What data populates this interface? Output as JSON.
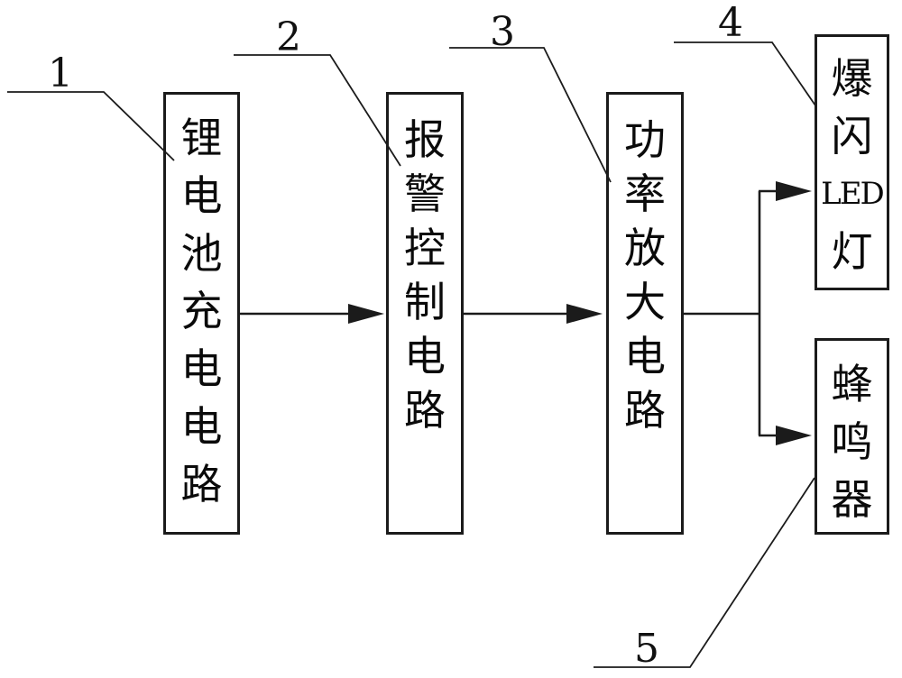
{
  "diagram": {
    "background_color": "#ffffff",
    "line_color": "#1b1b1b",
    "text_color": "#0a0a0a",
    "boxes": [
      {
        "callout": "1",
        "label": "锂电池充电电路",
        "lines": [
          "锂",
          "电",
          "池",
          "充",
          "电",
          "电",
          "路"
        ]
      },
      {
        "callout": "2",
        "label": "报警控制电路",
        "lines": [
          "报",
          "警",
          "控",
          "制",
          "电",
          "路"
        ]
      },
      {
        "callout": "3",
        "label": "功率放大电路",
        "lines": [
          "功",
          "率",
          "放",
          "大",
          "电",
          "路"
        ]
      },
      {
        "callout": "4",
        "label": "爆闪LED灯",
        "lines": [
          "爆",
          "闪",
          "LED",
          "灯"
        ]
      },
      {
        "callout": "5",
        "label": "蜂鸣器",
        "lines": [
          "蜂",
          "鸣",
          "器"
        ]
      }
    ],
    "connections": [
      {
        "from": "锂电池充电电路",
        "to": "报警控制电路",
        "type": "arrow"
      },
      {
        "from": "报警控制电路",
        "to": "功率放大电路",
        "type": "arrow"
      },
      {
        "from": "功率放大电路",
        "to": "爆闪LED灯",
        "type": "arrow"
      },
      {
        "from": "功率放大电路",
        "to": "蜂鸣器",
        "type": "arrow"
      }
    ]
  }
}
